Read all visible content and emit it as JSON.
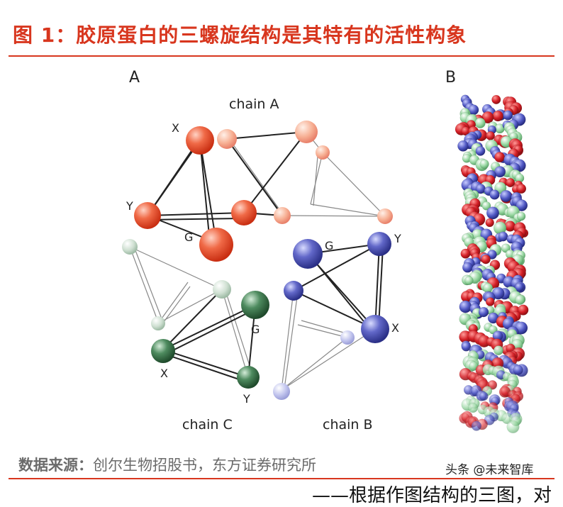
{
  "title": "图 1：胶原蛋白的三螺旋结构是其特有的活性构象",
  "panels": {
    "a_label": "A",
    "b_label": "B",
    "chain_a": "chain A",
    "chain_b": "chain B",
    "chain_c": "chain C",
    "residue_x": "X",
    "residue_y": "Y",
    "residue_g": "G"
  },
  "source": {
    "label": "数据来源：",
    "text": "创尔生物招股书，东方证券研究所"
  },
  "watermark": "头条 @未来智库",
  "cut_text": "——根据作图结构的三图，对",
  "colors": {
    "title_red": "#d8361e",
    "chain_a": "#e8553a",
    "chain_b": "#4a4fb0",
    "chain_c": "#3d7a4e",
    "helix_red": "#d41f26",
    "helix_green": "#8fd49a",
    "helix_blue": "#4f57c2"
  }
}
